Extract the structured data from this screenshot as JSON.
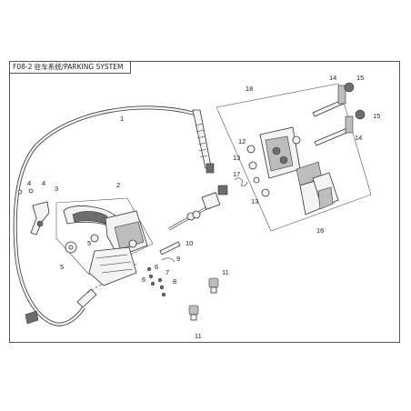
{
  "title": "F08-2 驻车系统/PARKING SYSTEM",
  "callouts": [
    "1",
    "2",
    "3",
    "4",
    "4",
    "5",
    "5",
    "6",
    "6",
    "7",
    "8",
    "9",
    "10",
    "11",
    "11",
    "12",
    "13",
    "13",
    "14",
    "14",
    "15",
    "15",
    "16",
    "17",
    "18"
  ]
}
